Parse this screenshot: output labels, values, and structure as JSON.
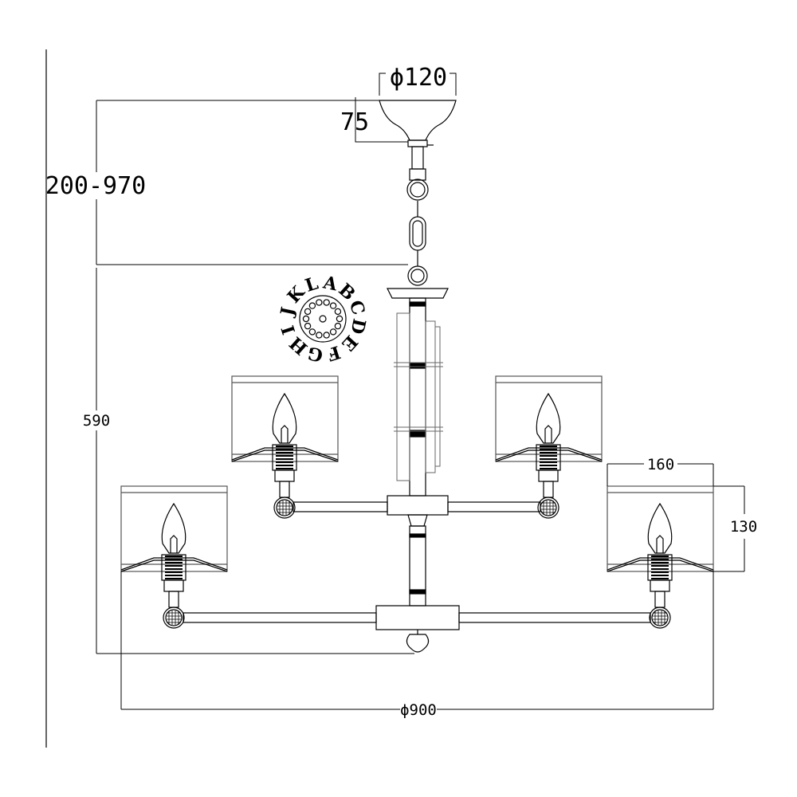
{
  "title": "Chandelier dimension drawing",
  "dimensions": {
    "canopy_diameter": "ϕ120",
    "canopy_height": "75",
    "chain_length": "200-970",
    "body_height": "590",
    "shade_width": "160",
    "shade_height": "130",
    "overall_diameter": "ϕ900"
  },
  "finish_letters": [
    "A",
    "B",
    "C",
    "D",
    "E",
    "F",
    "G",
    "H",
    "I",
    "J",
    "K",
    "L"
  ],
  "colors": {
    "line": "#000000",
    "thin_line": "#555555",
    "background": "#ffffff"
  }
}
